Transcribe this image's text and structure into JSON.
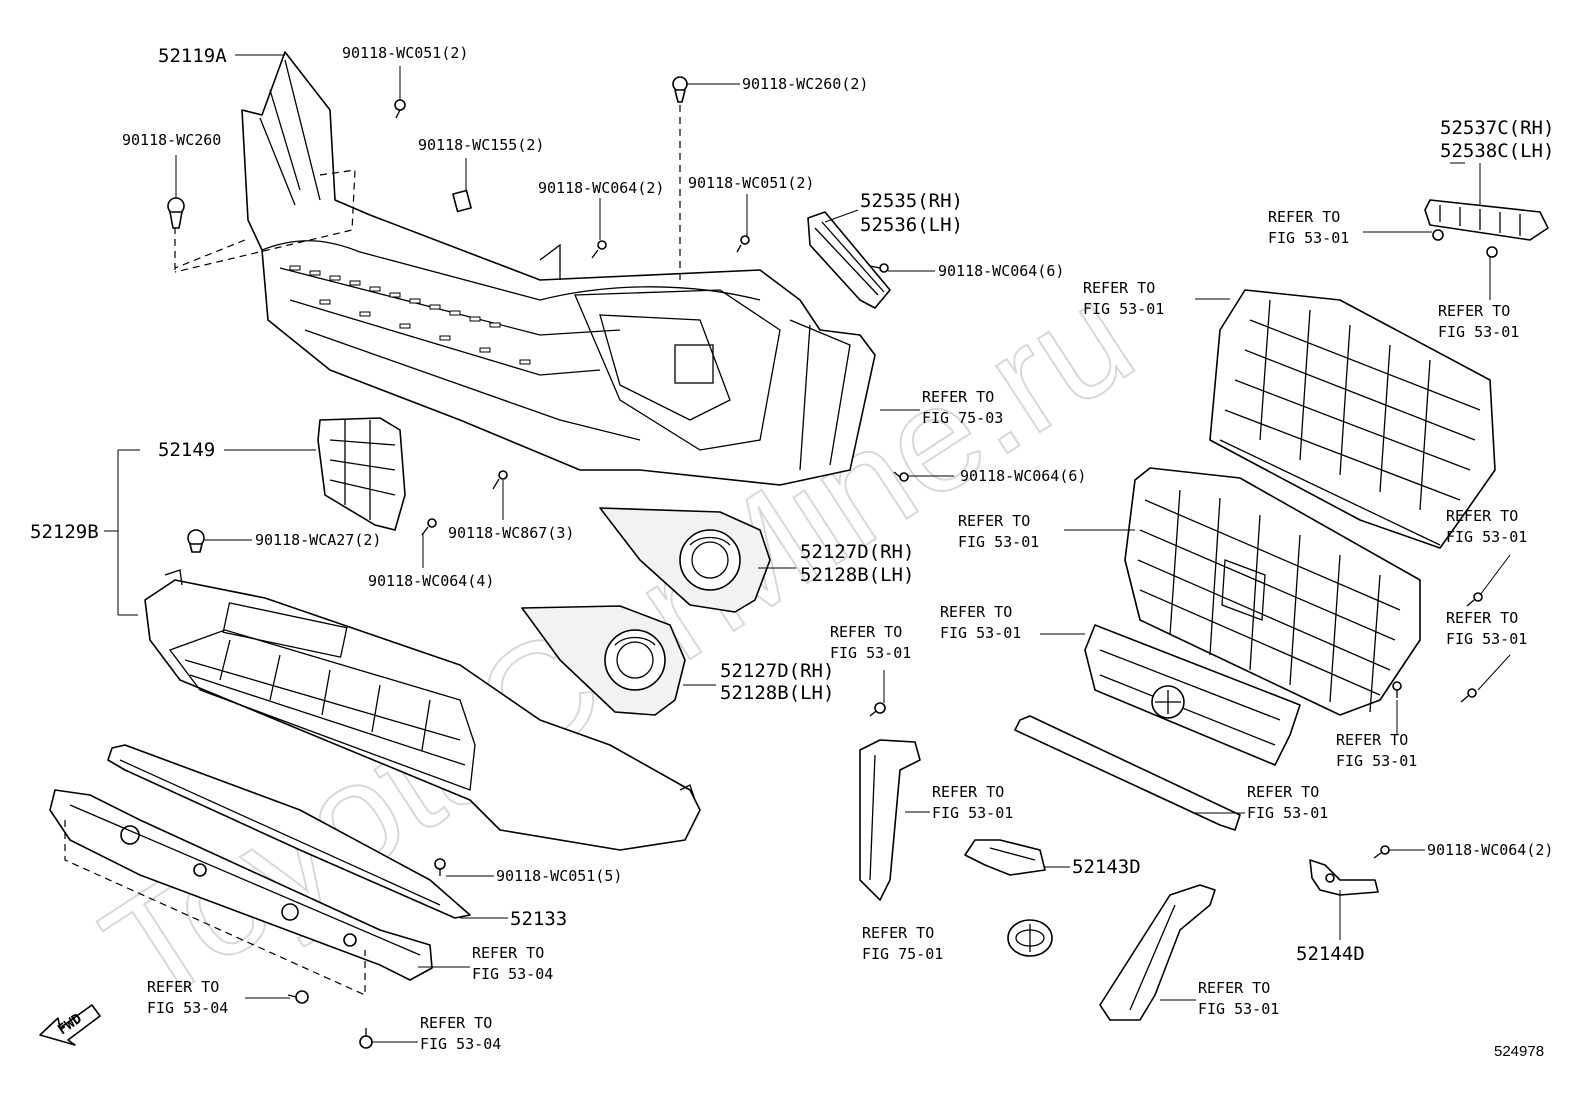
{
  "watermark": "ToyotaCarMine.ru",
  "fwd_label": "FWD",
  "diagram_number": "524978",
  "labels": {
    "p52119A": "52119A",
    "wc051_2": "90118-WC051(2)",
    "wc260_2": "90118-WC260(2)",
    "wc260": "90118-WC260",
    "wc155_2": "90118-WC155(2)",
    "wc064_2a": "90118-WC064(2)",
    "wc051_2b": "90118-WC051(2)",
    "p52535": "52535(RH)",
    "p52536": "52536(LH)",
    "wc064_6a": "90118-WC064(6)",
    "p52537C": "52537C(RH)",
    "p52538C": "52538C(LH)",
    "r_a1": "REFER TO",
    "r_a2": "FIG 53-01",
    "r_b1": "REFER TO",
    "r_b2": "FIG 53-01",
    "r_c1": "REFER TO",
    "r_c2": "FIG 53-01",
    "r_d1": "REFER TO",
    "r_d2": "FIG 75-03",
    "p52149": "52149",
    "wc064_6b": "90118-WC064(6)",
    "p52129B": "52129B",
    "wca27": "90118-WCA27(2)",
    "wc867": "90118-WC867(3)",
    "wc064_4": "90118-WC064(4)",
    "p52127D_1": "52127D(RH)",
    "p52128B_1": "52128B(LH)",
    "p52127D_2": "52127D(RH)",
    "p52128B_2": "52128B(LH)",
    "r_e1": "REFER TO",
    "r_e2": "FIG 53-01",
    "r_f1": "REFER TO",
    "r_f2": "FIG 53-01",
    "r_g1": "REFER TO",
    "r_g2": "FIG 53-01",
    "r_h1": "REFER TO",
    "r_h2": "FIG 53-01",
    "r_i1": "REFER TO",
    "r_i2": "FIG 53-01",
    "r_j1": "REFER TO",
    "r_j2": "FIG 53-01",
    "r_k1": "REFER TO",
    "r_k2": "FIG 53-01",
    "r_l1": "REFER TO",
    "r_l2": "FIG 53-01",
    "r_m1": "REFER TO",
    "r_m2": "FIG 75-01",
    "r_n1": "REFER TO",
    "r_n2": "FIG 53-01",
    "p52143D": "52143D",
    "p52144D": "52144D",
    "wc064_2b": "90118-WC064(2)",
    "wc051_5": "90118-WC051(5)",
    "p52133": "52133",
    "r_o1": "REFER TO",
    "r_o2": "FIG 53-04",
    "r_p1": "REFER TO",
    "r_p2": "FIG 53-04",
    "r_q1": "REFER TO",
    "r_q2": "FIG 53-04"
  }
}
